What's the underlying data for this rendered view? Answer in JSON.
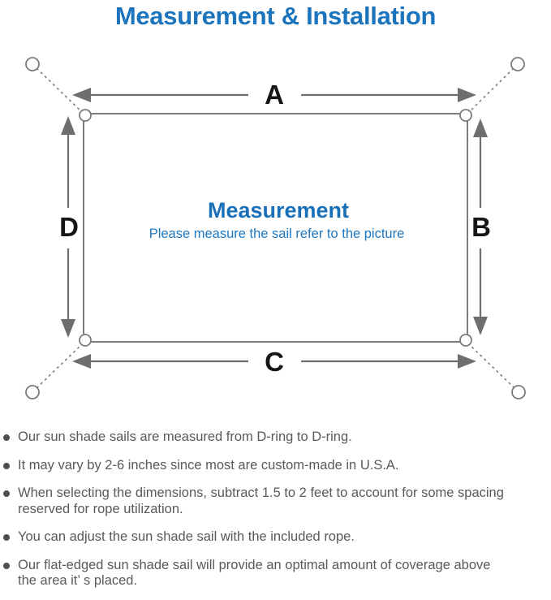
{
  "title": "Measurement & Installation",
  "colors": {
    "accent_blue": "#1b74bc",
    "diagram_line_gray": "#7b7b7b",
    "arrow_gray": "#6e6e6e",
    "label_black": "#161616",
    "note_text_gray": "#595959"
  },
  "diagram": {
    "labels": {
      "top": "A",
      "right": "B",
      "bottom": "C",
      "left": "D"
    },
    "center_heading": "Measurement",
    "center_subtitle": "Please measure the sail refer to the picture"
  },
  "notes": {
    "items": [
      [
        "Our sun shade sails are measured from D-ring to D-ring."
      ],
      [
        "It may vary by 2-6 inches since most are custom-made in U.S.A."
      ],
      [
        "When selecting the dimensions, subtract 1.5 to 2 feet to account for some spacing",
        "reserved for rope utilization."
      ],
      [
        "You can adjust the sun shade sail with the included rope."
      ],
      [
        "Our flat-edged sun shade sail will provide an optimal amount of coverage above",
        "the area it’ s placed."
      ]
    ]
  }
}
